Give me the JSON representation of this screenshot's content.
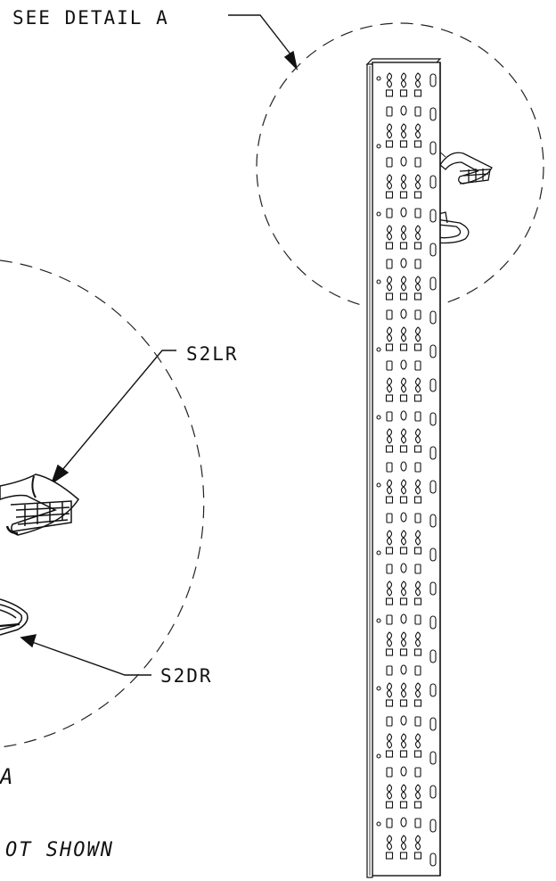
{
  "labels": {
    "see_detail": "SEE DETAIL A",
    "part_1": "S2LR",
    "part_2": "S2DR",
    "detail_letter": "A",
    "note": "OT SHOWN"
  },
  "rail": {
    "section_pattern": [
      "slot",
      "keyhole",
      "slot",
      "keyhole",
      "slot",
      "keyhole"
    ]
  }
}
